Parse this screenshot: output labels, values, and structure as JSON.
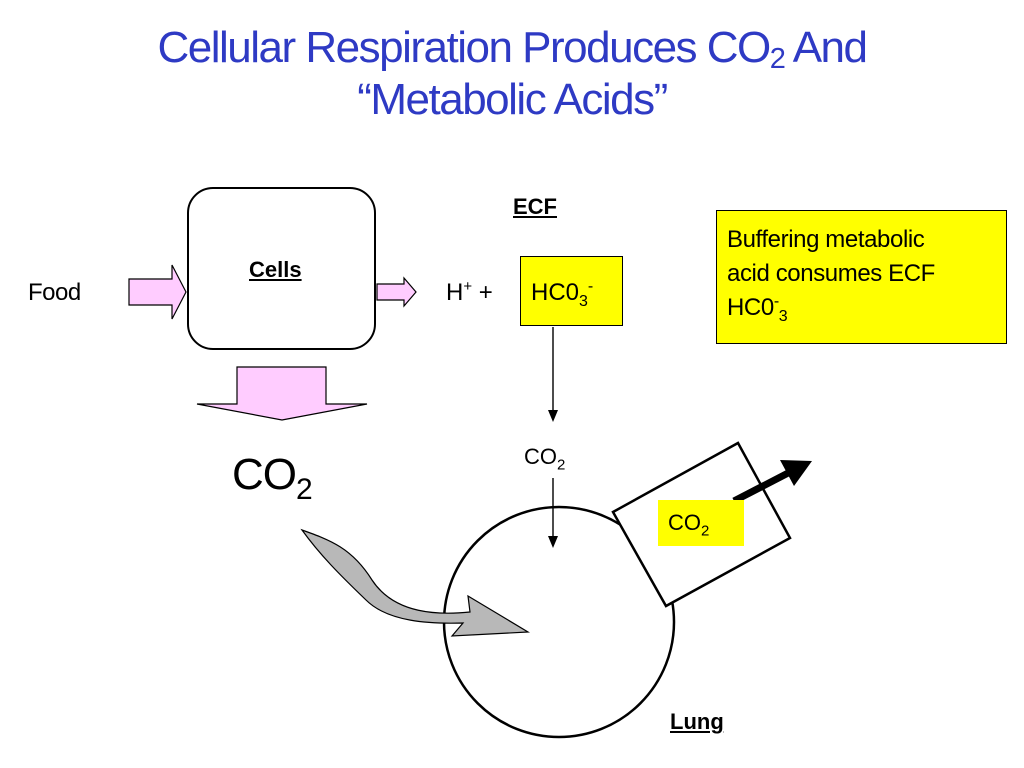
{
  "title": {
    "line1_pre": "Cellular Respiration Produces CO",
    "line1_sub": "2",
    "line1_post": " And",
    "line2": "“Metabolic Acids”"
  },
  "diagram": {
    "food_label": "Food",
    "cells_label": "Cells",
    "ecf_label": "ECF",
    "h_label": "H",
    "h_sup": "+",
    "plus": "+",
    "hco3_main": "HC0",
    "hco3_sub": "3",
    "hco3_sup": "-",
    "co2_big_main": "CO",
    "co2_big_sub": "2",
    "co2_small_main": "CO",
    "co2_small_sub": "2",
    "co2_lung_main": "CO",
    "co2_lung_sub": "2",
    "lung_label": "Lung"
  },
  "note": {
    "line1": "Buffering metabolic",
    "line2": "acid consumes ECF",
    "line3_main": "HC0",
    "line3_sup": "-",
    "line3_sub": "3"
  },
  "colors": {
    "title": "#2e3ac4",
    "highlight": "#ffff00",
    "arrow_fill": "#ffccff",
    "curved_arrow_fill": "#b0b0b0"
  }
}
